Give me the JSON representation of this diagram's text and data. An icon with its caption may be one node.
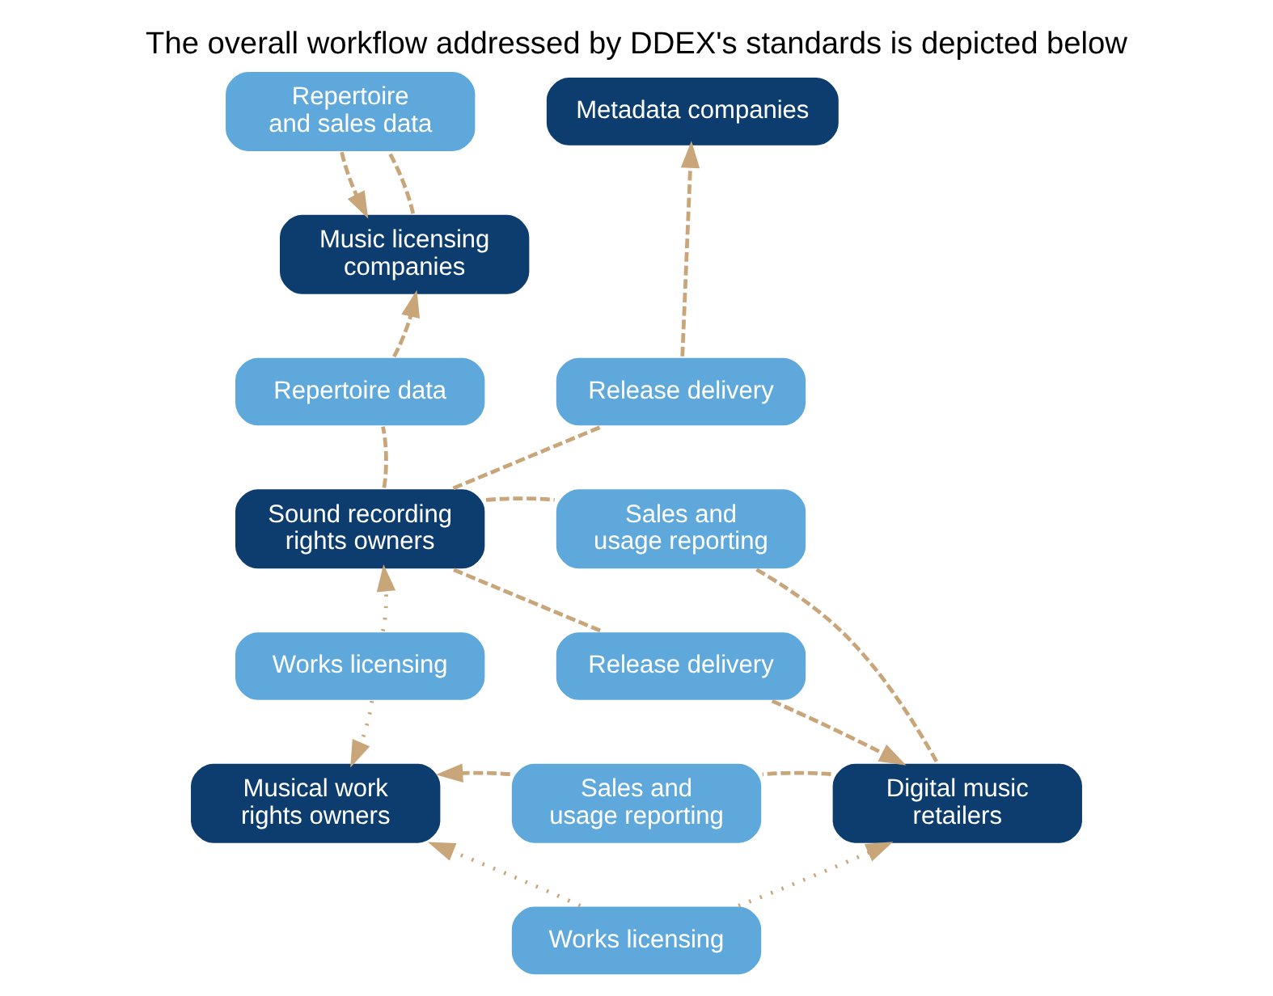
{
  "diagram": {
    "title": "The overall workflow addressed by DDEX's standards is depicted below",
    "nodes": [
      {
        "text": [
          "Music licensing companies"
        ]
      },
      {
        "text": [
          "Repertoire and sales data"
        ]
      },
      {
        "text": [
          "Metadata companies"
        ]
      },
      {
        "text": [
          "Repertoire data"
        ]
      },
      {
        "text": [
          "Release delivery"
        ]
      },
      {
        "text": [
          "Sound recording rights owners"
        ]
      },
      {
        "text": [
          "Sales and usage reporting"
        ]
      },
      {
        "text": [
          "Works licensing"
        ]
      },
      {
        "text": [
          "Release delivery"
        ]
      },
      {
        "text": [
          "Musical work rights owners"
        ]
      },
      {
        "text": [
          "Sales and usage reporting"
        ]
      },
      {
        "text": [
          "Digital music retailers"
        ]
      },
      {
        "text": [
          "Works licensing"
        ]
      }
    ],
    "edges": [
      {
        "from": 0,
        "to": 1,
        "arrow": "none",
        "style": "dashed"
      },
      {
        "from": 1,
        "to": 0,
        "arrow": "to",
        "style": "dashed"
      },
      {
        "from": 5,
        "to": 3,
        "arrow": "none",
        "style": "dashed"
      },
      {
        "from": 3,
        "to": 0,
        "arrow": "to",
        "style": "dashed"
      },
      {
        "from": 5,
        "to": 4,
        "arrow": "none",
        "style": "dashed"
      },
      {
        "from": 4,
        "to": 2,
        "arrow": "to",
        "style": "dashed"
      },
      {
        "from": 5,
        "to": 6,
        "arrow": "none",
        "style": "dashed"
      },
      {
        "from": 6,
        "to": 11,
        "arrow": "none",
        "style": "dashed"
      },
      {
        "from": 5,
        "to": 8,
        "arrow": "none",
        "style": "dashed"
      },
      {
        "from": 8,
        "to": 11,
        "arrow": "to",
        "style": "dashed"
      },
      {
        "from": 11,
        "to": 10,
        "arrow": "none",
        "style": "dashed"
      },
      {
        "from": 10,
        "to": 9,
        "arrow": "to",
        "style": "dashed"
      },
      {
        "from": 7,
        "to": 5,
        "arrow": "to"
      },
      {
        "from": 7,
        "to": 9,
        "arrow": "to"
      },
      {
        "from": 12,
        "to": 9,
        "arrow": "to"
      },
      {
        "from": 12,
        "to": 11,
        "arrow": "to"
      }
    ]
  }
}
